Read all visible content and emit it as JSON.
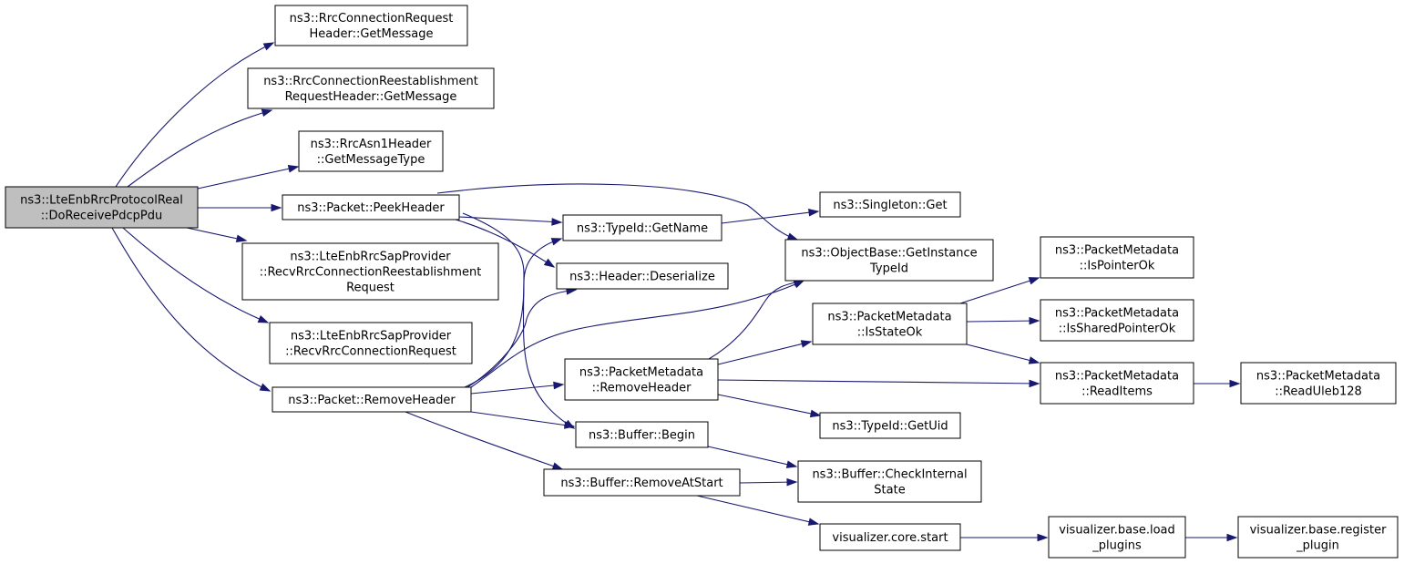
{
  "diagram": {
    "nodes": [
      {
        "id": "root",
        "lines": [
          "ns3::LteEnbRrcProtocolReal",
          "::DoReceivePdcpPdu"
        ],
        "root": true
      },
      {
        "id": "rrc_conn_req_getmsg",
        "lines": [
          "ns3::RrcConnectionRequest",
          "Header::GetMessage"
        ]
      },
      {
        "id": "rrc_conn_reest_getmsg",
        "lines": [
          "ns3::RrcConnectionReestablishment",
          "RequestHeader::GetMessage"
        ]
      },
      {
        "id": "asn1_getmsgtype",
        "lines": [
          "ns3::RrcAsn1Header",
          "::GetMessageType"
        ]
      },
      {
        "id": "packet_peekheader",
        "lines": [
          "ns3::Packet::PeekHeader"
        ]
      },
      {
        "id": "sap_recv_reest",
        "lines": [
          "ns3::LteEnbRrcSapProvider",
          "::RecvRrcConnectionReestablishment",
          "Request"
        ]
      },
      {
        "id": "sap_recv_req",
        "lines": [
          "ns3::LteEnbRrcSapProvider",
          "::RecvRrcConnectionRequest"
        ]
      },
      {
        "id": "packet_removeheader",
        "lines": [
          "ns3::Packet::RemoveHeader"
        ]
      },
      {
        "id": "typeid_getname",
        "lines": [
          "ns3::TypeId::GetName"
        ]
      },
      {
        "id": "header_deserialize",
        "lines": [
          "ns3::Header::Deserialize"
        ]
      },
      {
        "id": "pm_removeheader",
        "lines": [
          "ns3::PacketMetadata",
          "::RemoveHeader"
        ]
      },
      {
        "id": "buffer_begin",
        "lines": [
          "ns3::Buffer::Begin"
        ]
      },
      {
        "id": "buffer_removeatstart",
        "lines": [
          "ns3::Buffer::RemoveAtStart"
        ]
      },
      {
        "id": "singleton_get",
        "lines": [
          "ns3::Singleton::Get"
        ]
      },
      {
        "id": "objectbase_getinstancetypeid",
        "lines": [
          "ns3::ObjectBase::GetInstance",
          "TypeId"
        ]
      },
      {
        "id": "pm_isstateok",
        "lines": [
          "ns3::PacketMetadata",
          "::IsStateOk"
        ]
      },
      {
        "id": "typeid_getuid",
        "lines": [
          "ns3::TypeId::GetUid"
        ]
      },
      {
        "id": "buffer_checkinternalstate",
        "lines": [
          "ns3::Buffer::CheckInternal",
          "State"
        ]
      },
      {
        "id": "viz_core_start",
        "lines": [
          "visualizer.core.start"
        ]
      },
      {
        "id": "pm_ispointerok",
        "lines": [
          "ns3::PacketMetadata",
          "::IsPointerOk"
        ]
      },
      {
        "id": "pm_issharedpointerok",
        "lines": [
          "ns3::PacketMetadata",
          "::IsSharedPointerOk"
        ]
      },
      {
        "id": "pm_readitems",
        "lines": [
          "ns3::PacketMetadata",
          "::ReadItems"
        ]
      },
      {
        "id": "viz_base_load_plugins",
        "lines": [
          "visualizer.base.load",
          "_plugins"
        ]
      },
      {
        "id": "pm_readuleb128",
        "lines": [
          "ns3::PacketMetadata",
          "::ReadUleb128"
        ]
      },
      {
        "id": "viz_base_register_plugin",
        "lines": [
          "visualizer.base.register",
          "_plugin"
        ]
      }
    ],
    "edges": [
      [
        "root",
        "rrc_conn_req_getmsg"
      ],
      [
        "root",
        "rrc_conn_reest_getmsg"
      ],
      [
        "root",
        "asn1_getmsgtype"
      ],
      [
        "root",
        "packet_peekheader"
      ],
      [
        "root",
        "sap_recv_reest"
      ],
      [
        "root",
        "sap_recv_req"
      ],
      [
        "root",
        "packet_removeheader"
      ],
      [
        "packet_peekheader",
        "typeid_getname"
      ],
      [
        "packet_peekheader",
        "header_deserialize"
      ],
      [
        "packet_peekheader",
        "objectbase_getinstancetypeid"
      ],
      [
        "packet_peekheader",
        "buffer_begin"
      ],
      [
        "packet_removeheader",
        "typeid_getname"
      ],
      [
        "packet_removeheader",
        "header_deserialize"
      ],
      [
        "packet_removeheader",
        "objectbase_getinstancetypeid"
      ],
      [
        "packet_removeheader",
        "pm_removeheader"
      ],
      [
        "packet_removeheader",
        "buffer_begin"
      ],
      [
        "packet_removeheader",
        "buffer_removeatstart"
      ],
      [
        "typeid_getname",
        "singleton_get"
      ],
      [
        "pm_removeheader",
        "pm_isstateok"
      ],
      [
        "pm_removeheader",
        "pm_readitems"
      ],
      [
        "pm_removeheader",
        "typeid_getuid"
      ],
      [
        "pm_isstateok",
        "objectbase_getinstancetypeid"
      ],
      [
        "pm_isstateok",
        "pm_ispointerok"
      ],
      [
        "pm_isstateok",
        "pm_issharedpointerok"
      ],
      [
        "pm_isstateok",
        "pm_readitems"
      ],
      [
        "pm_readitems",
        "pm_readuleb128"
      ],
      [
        "buffer_begin",
        "buffer_checkinternalstate"
      ],
      [
        "buffer_removeatstart",
        "buffer_checkinternalstate"
      ],
      [
        "buffer_removeatstart",
        "viz_core_start"
      ],
      [
        "viz_core_start",
        "viz_base_load_plugins"
      ],
      [
        "viz_base_load_plugins",
        "viz_base_register_plugin"
      ]
    ]
  }
}
